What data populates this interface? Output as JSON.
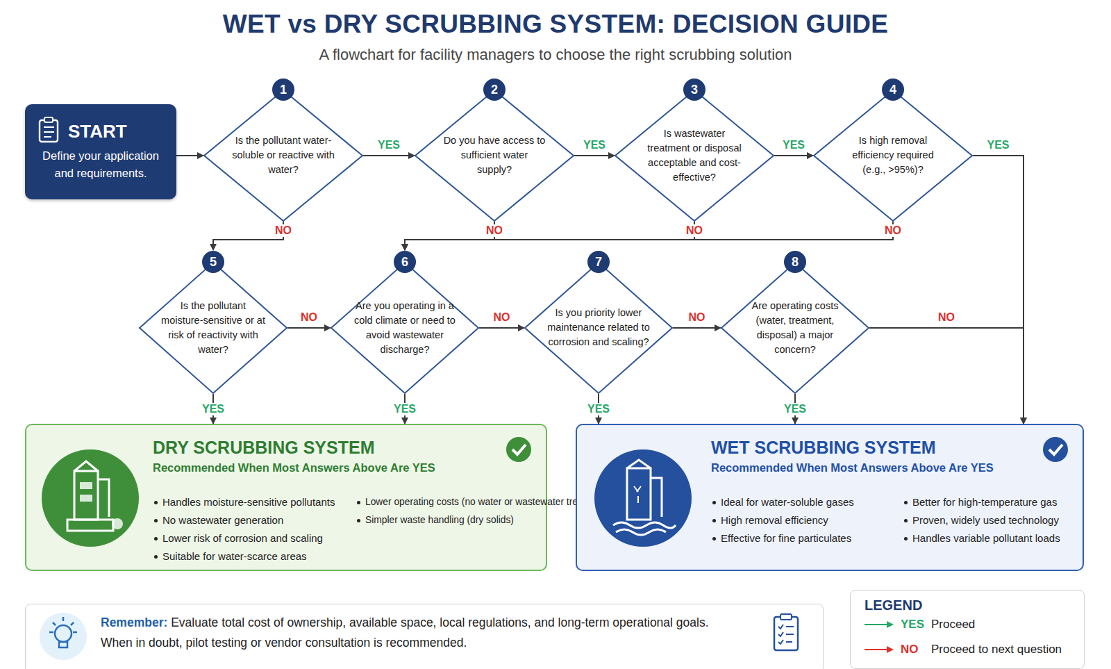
{
  "diagram": {
    "title": "WET vs DRY SCRUBBING SYSTEM: DECISION GUIDE",
    "caption": "A flowchart for facility managers to choose the right scrubbing solution",
    "nodes": [
      {
        "text": [
          "START",
          "Define your application and requirements."
        ]
      },
      {
        "text": [
          "1",
          "Is the pollutant water-soluble or reactive with water?"
        ]
      },
      {
        "text": [
          "2",
          "Do you have access to sufficient water supply?"
        ]
      },
      {
        "text": [
          "3",
          "Is wastewater treatment or disposal acceptable and cost-effective?"
        ]
      },
      {
        "text": [
          "4",
          "Is high removal efficiency required (e.g., >95%)?"
        ]
      },
      {
        "text": [
          "5",
          "Is the pollutant moisture-sensitive or at risk of reactivity with water?"
        ]
      },
      {
        "text": [
          "6",
          "Are you operating in a cold climate or need to avoid wastewater discharge?"
        ]
      },
      {
        "text": [
          "7",
          "Is you priority lower maintenance related to corrosion and scaling?"
        ]
      },
      {
        "text": [
          "8",
          "Are operating costs (water, treatment, disposal) a major concern?"
        ]
      },
      {
        "text": [
          "DRY SCRUBBING SYSTEM",
          "Recommended When Most Answers Above Are YES",
          "Handles moisture-sensitive pollutants",
          "No wastewater generation",
          "Lower risk of corrosion and scaling",
          "Suitable for water-scarce areas",
          "Lower operating costs (no water or wastewater treatment)",
          "Simpler waste handling (dry solids)"
        ]
      },
      {
        "text": [
          "WET SCRUBBING SYSTEM",
          "Recommended When Most Answers Above Are YES",
          "Ideal for water-soluble gases",
          "High removal efficiency",
          "Effective for fine particulates",
          "Better for high-temperature gas",
          "Proven, widely used technology",
          "Handles variable pollutant loads"
        ]
      },
      {
        "text": [
          "Remember:",
          "Evaluate total cost of ownership, available space, local regulations, and long-term operational goals.",
          "When in doubt, pilot testing or vendor consultation is recommended."
        ]
      }
    ],
    "edges": [
      {
        "from": 0,
        "to": 1,
        "arrow": "to"
      },
      {
        "from": 1,
        "to": 2,
        "label": "YES",
        "arrow": "to"
      },
      {
        "from": 2,
        "to": 3,
        "label": "YES",
        "arrow": "to"
      },
      {
        "from": 3,
        "to": 4,
        "label": "YES",
        "arrow": "to"
      },
      {
        "from": 4,
        "to": 10,
        "label": "YES",
        "arrow": "to"
      },
      {
        "from": 1,
        "to": 5,
        "label": "NO",
        "arrow": "to"
      },
      {
        "from": 2,
        "to": 6,
        "label": "NO",
        "arrow": "to"
      },
      {
        "from": 3,
        "to": 6,
        "label": "NO",
        "arrow": "to"
      },
      {
        "from": 4,
        "to": 6,
        "label": "NO",
        "arrow": "to"
      },
      {
        "from": 5,
        "to": 6,
        "label": "NO",
        "arrow": "to"
      },
      {
        "from": 6,
        "to": 7,
        "label": "NO",
        "arrow": "to"
      },
      {
        "from": 7,
        "to": 8,
        "label": "NO",
        "arrow": "to"
      },
      {
        "from": 8,
        "to": 10,
        "label": "NO",
        "arrow": "to"
      },
      {
        "from": 5,
        "to": 9,
        "label": "YES",
        "arrow": "to"
      },
      {
        "from": 6,
        "to": 9,
        "label": "YES",
        "arrow": "to"
      },
      {
        "from": 7,
        "to": 10,
        "label": "YES",
        "arrow": "to"
      },
      {
        "from": 8,
        "to": 10,
        "label": "YES",
        "arrow": "to"
      }
    ],
    "labels": [
      "LEGEND",
      "YES",
      "NO"
    ],
    "legend": [
      {
        "text": "Proceed"
      },
      {
        "text": "Proceed to next question"
      }
    ]
  }
}
